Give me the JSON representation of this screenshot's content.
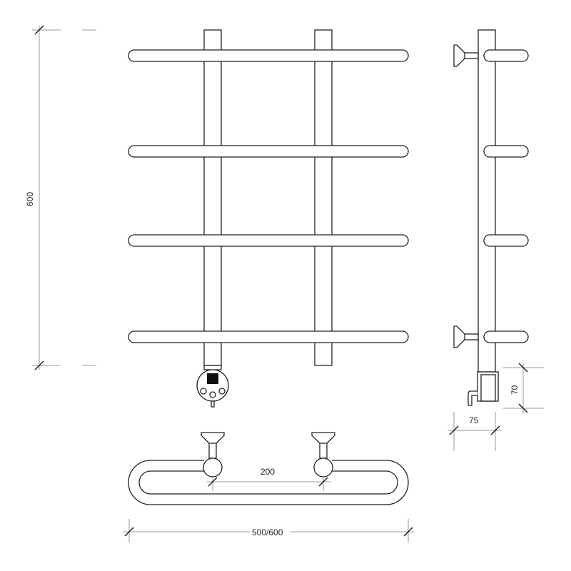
{
  "dimensions": {
    "height": "600",
    "heater_height": "70",
    "heater_depth": "75",
    "mount_spacing": "200",
    "width": "500/600"
  },
  "colors": {
    "line": "#222222",
    "dimension": "#9a9a9a",
    "heater_panel": "#111111"
  }
}
